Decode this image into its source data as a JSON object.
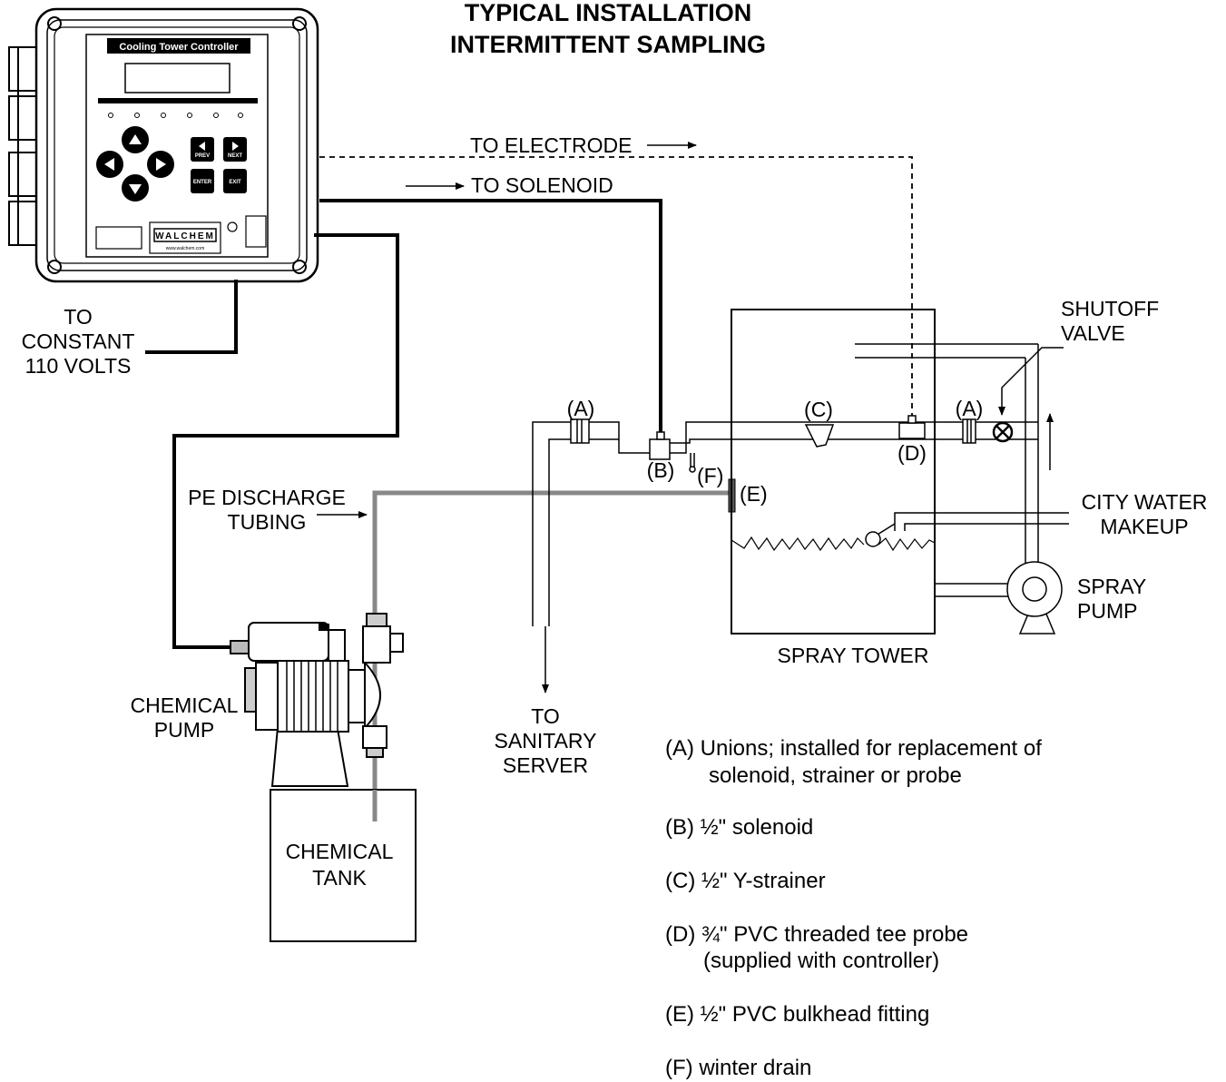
{
  "title": {
    "line1": "TYPICAL INSTALLATION",
    "line2": "INTERMITTENT SAMPLING"
  },
  "controller": {
    "header": "Cooling Tower Controller",
    "prev_label": "PREV",
    "next_label": "NEXT",
    "enter_label": "ENTER",
    "exit_label": "EXIT",
    "brand": "WALCHEM",
    "website": "www.walchem.com"
  },
  "labels": {
    "to_electrode": "TO ELECTRODE",
    "to_solenoid": "TO SOLENOID",
    "power_line1": "TO",
    "power_line2": "CONSTANT",
    "power_line3": "110 VOLTS",
    "pe_line1": "PE DISCHARGE",
    "pe_line2": "TUBING",
    "chem_pump_line1": "CHEMICAL",
    "chem_pump_line2": "PUMP",
    "chem_tank_line1": "CHEMICAL",
    "chem_tank_line2": "TANK",
    "sanitary_line1": "TO",
    "sanitary_line2": "SANITARY",
    "sanitary_line3": "SERVER",
    "spray_tower": "SPRAY TOWER",
    "shutoff_line1": "SHUTOFF",
    "shutoff_line2": "VALVE",
    "city_line1": "CITY WATER",
    "city_line2": "MAKEUP",
    "spray_pump_line1": "SPRAY",
    "spray_pump_line2": "PUMP",
    "tag_a": "(A)",
    "tag_b": "(B)",
    "tag_c": "(C)",
    "tag_d": "(D)",
    "tag_e": "(E)",
    "tag_f": "(F)"
  },
  "legend": {
    "a_line1": "(A)  Unions; installed for replacement of",
    "a_line2": "solenoid, strainer or probe",
    "b": "(B)  ½\" solenoid",
    "c": "(C)  ½\" Y-strainer",
    "d_line1": "(D) ¾\" PVC threaded tee probe",
    "d_line2": "(supplied with controller)",
    "e": "(E)  ½\" PVC bulkhead fitting",
    "f": "(F)  winter drain"
  }
}
